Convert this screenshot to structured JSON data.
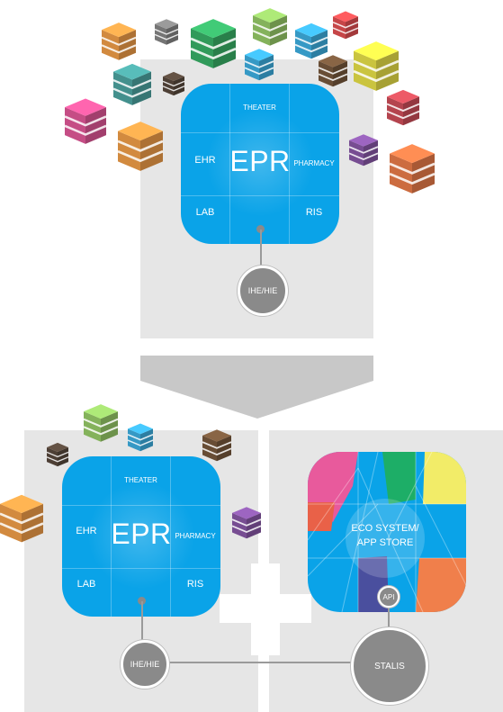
{
  "top": {
    "center_label": "EPR",
    "cells": {
      "top": "THEATER",
      "left": "EHR",
      "right": "PHARMACY",
      "bottom_left": "LAB",
      "bottom_right": "RIS"
    },
    "node_label": "IHE/HIE"
  },
  "bottom_left": {
    "center_label": "EPR",
    "cells": {
      "top": "THEATER",
      "left": "EHR",
      "right": "PHARMACY",
      "bottom_left": "LAB",
      "bottom_right": "RIS"
    },
    "node_label": "IHE/HIE"
  },
  "bottom_right": {
    "app_label_line1": "ECO SYSTEM/",
    "app_label_line2": "APP STORE",
    "api_label": "API",
    "hub_label": "STALIS"
  },
  "colors": {
    "panel": "#e6e6e6",
    "epr_blue": "#0aa3e8",
    "node_gray": "#8a8a8a",
    "arrow_gray": "#c8c8c8"
  },
  "icons": [
    "database-stack-icon",
    "plus-icon",
    "down-arrow-icon"
  ]
}
